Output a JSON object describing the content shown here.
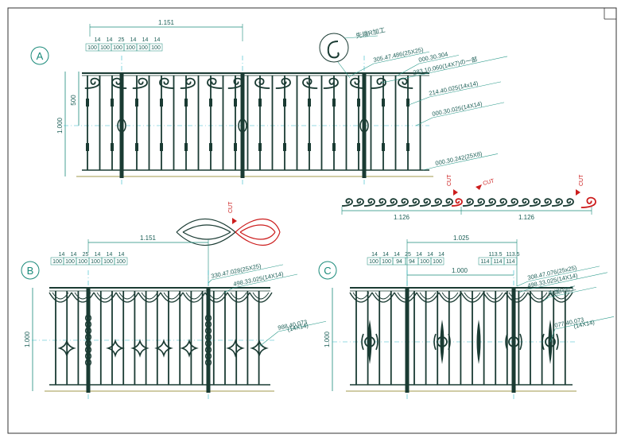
{
  "colors": {
    "rail": "#1a3b33",
    "dim": "#1a8a7a",
    "leader": "#2a9a8a",
    "center": "#30b7c8",
    "cut": "#cc1d1d",
    "ground": "#b3ad6f",
    "text": "#1c5f57"
  },
  "labels": {
    "a": "A",
    "b": "B",
    "c": "C"
  },
  "panel_a": {
    "span": "1.151",
    "pitch_top": [
      "14",
      "14",
      "25",
      "14",
      "14",
      "14"
    ],
    "pitch_bottom": [
      "100",
      "100",
      "100",
      "100",
      "100",
      "100"
    ],
    "height_total": "1.000",
    "height_upper": "500",
    "callout_note": "先端R加工",
    "parts": [
      "305.47.486(25X25)",
      "000.30.304",
      "283.10.060(14X7)の一部",
      "214.40.025(14x14)",
      "000.30.025(14X14)",
      "000.30.242(25X8)"
    ]
  },
  "scroll": {
    "span_left": "1.126",
    "span_right": "1.126",
    "cut_left": "CUT",
    "cut_mid": "CUT",
    "cut_right": "CUT"
  },
  "twist": {
    "cut": "CUT"
  },
  "panel_b": {
    "span": "1.151",
    "pitch_top": [
      "14",
      "14",
      "25",
      "14",
      "14",
      "14"
    ],
    "pitch_bottom": [
      "100",
      "100",
      "100",
      "100",
      "100",
      "100"
    ],
    "height_total": "1.000",
    "parts": [
      "330.47.028(25X25)",
      "498.33.025(14X14)",
      "988.40.073",
      "(14X14)"
    ]
  },
  "panel_c": {
    "span_total": "1.025",
    "span_inner": "1.000",
    "pitch_top": [
      "14",
      "14",
      "14",
      "25",
      "14",
      "14",
      "14"
    ],
    "pitch_bottom": [
      "100",
      "100",
      "94",
      "94",
      "100",
      "100"
    ],
    "right_top": [
      "113.5",
      "113.5"
    ],
    "right_bottom": [
      "114",
      "114",
      "114"
    ],
    "height_total": "1.000",
    "parts": [
      "308.47.076(25x25)",
      "498.33.025(14X14)",
      "先端R加工",
      "077.40.073",
      "(14X14)"
    ]
  }
}
